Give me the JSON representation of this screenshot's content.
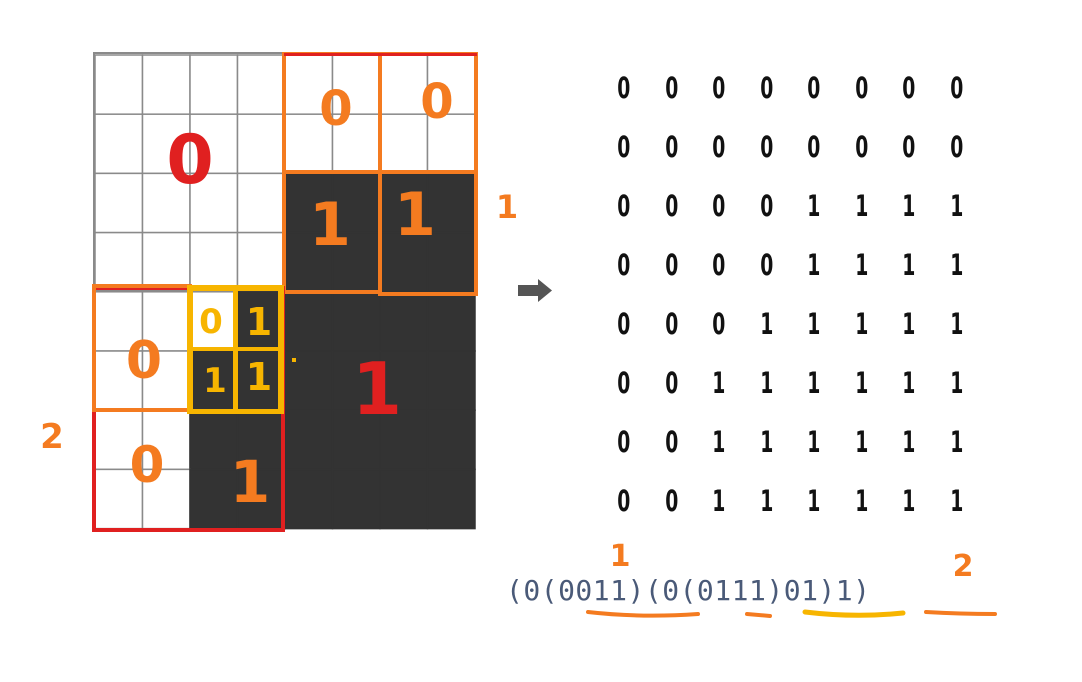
{
  "quadtree": {
    "labels": {
      "top_left": "0",
      "top_right_a": "0",
      "top_right_b": "0",
      "mid_right_a": "1",
      "mid_right_b": "1",
      "bottom_left_top": "0",
      "small_a": "0",
      "small_b": "1",
      "small_c": "1",
      "small_d": "1",
      "bottom_left_bottom": "0",
      "bottom_mid": "1",
      "bottom_right": "1",
      "level_1": "1",
      "level_2": "2"
    },
    "grid": [
      [
        0,
        0,
        0,
        0,
        0,
        0,
        0,
        0
      ],
      [
        0,
        0,
        0,
        0,
        0,
        0,
        0,
        0
      ],
      [
        0,
        0,
        0,
        0,
        1,
        1,
        1,
        1
      ],
      [
        0,
        0,
        0,
        0,
        1,
        1,
        1,
        1
      ],
      [
        0,
        0,
        0,
        1,
        1,
        1,
        1,
        1
      ],
      [
        0,
        0,
        1,
        1,
        1,
        1,
        1,
        1
      ],
      [
        0,
        0,
        1,
        1,
        1,
        1,
        1,
        1
      ],
      [
        0,
        0,
        1,
        1,
        1,
        1,
        1,
        1
      ]
    ],
    "colors": {
      "filled": "#333333",
      "empty": "#ffffff",
      "red": "#e02020",
      "orange": "#f47b20",
      "yellow": "#f7b500",
      "gridline": "#8a8a8a"
    }
  },
  "matrix": [
    [
      "0",
      "0",
      "0",
      "0",
      "0",
      "0",
      "0",
      "0"
    ],
    [
      "0",
      "0",
      "0",
      "0",
      "0",
      "0",
      "0",
      "0"
    ],
    [
      "0",
      "0",
      "0",
      "0",
      "1",
      "1",
      "1",
      "1"
    ],
    [
      "0",
      "0",
      "0",
      "0",
      "1",
      "1",
      "1",
      "1"
    ],
    [
      "0",
      "0",
      "0",
      "1",
      "1",
      "1",
      "1",
      "1"
    ],
    [
      "0",
      "0",
      "1",
      "1",
      "1",
      "1",
      "1",
      "1"
    ],
    [
      "0",
      "0",
      "1",
      "1",
      "1",
      "1",
      "1",
      "1"
    ],
    [
      "0",
      "0",
      "1",
      "1",
      "1",
      "1",
      "1",
      "1"
    ]
  ],
  "arrow_icon": "arrow-right-icon",
  "encoding": {
    "text": "(0(0011)(0(0111)01)1)",
    "annotation_1": "1",
    "annotation_2": "2"
  }
}
